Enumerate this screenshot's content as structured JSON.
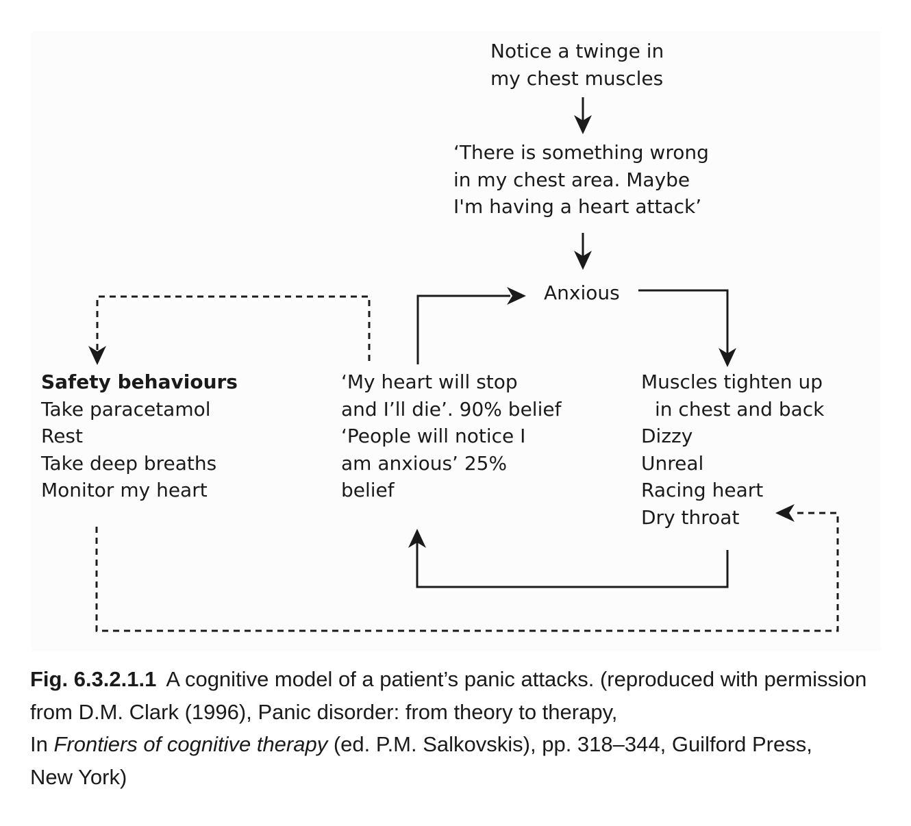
{
  "diagram": {
    "trigger": {
      "lines": [
        "Notice a twinge in",
        "my chest muscles"
      ]
    },
    "thought": {
      "lines": [
        "‘There is something wrong",
        "in my chest area. Maybe",
        "I'm having a heart attack’"
      ]
    },
    "emotion": {
      "label": "Anxious"
    },
    "safety": {
      "heading": "Safety behaviours",
      "items": [
        "Take paracetamol",
        "Rest",
        "Take deep breaths",
        "Monitor my heart"
      ]
    },
    "beliefs": {
      "lines": [
        "‘My heart will stop",
        "and I’ll die’. 90% belief",
        "‘People will notice I",
        "am anxious’ 25%",
        "belief"
      ]
    },
    "symptoms": {
      "lines": [
        "Muscles tighten up",
        "in chest and back",
        "Dizzy",
        "Unreal",
        "Racing heart",
        "Dry throat"
      ]
    }
  },
  "caption": {
    "label": "Fig. 6.3.2.1.1",
    "text1": "A cognitive model of a patient’s panic attacks. (reproduced with permission from D.M. Clark (1996), Panic disorder: from theory to therapy,",
    "text2": "In",
    "book_title": "Frontiers of cognitive therapy",
    "text3": "(ed. P.M. Salkovskis), pp. 318–344, Guilford Press,",
    "text4": "New York)"
  },
  "colors": {
    "ink": "#1a1a1a",
    "panel": "#fcfcfc"
  }
}
